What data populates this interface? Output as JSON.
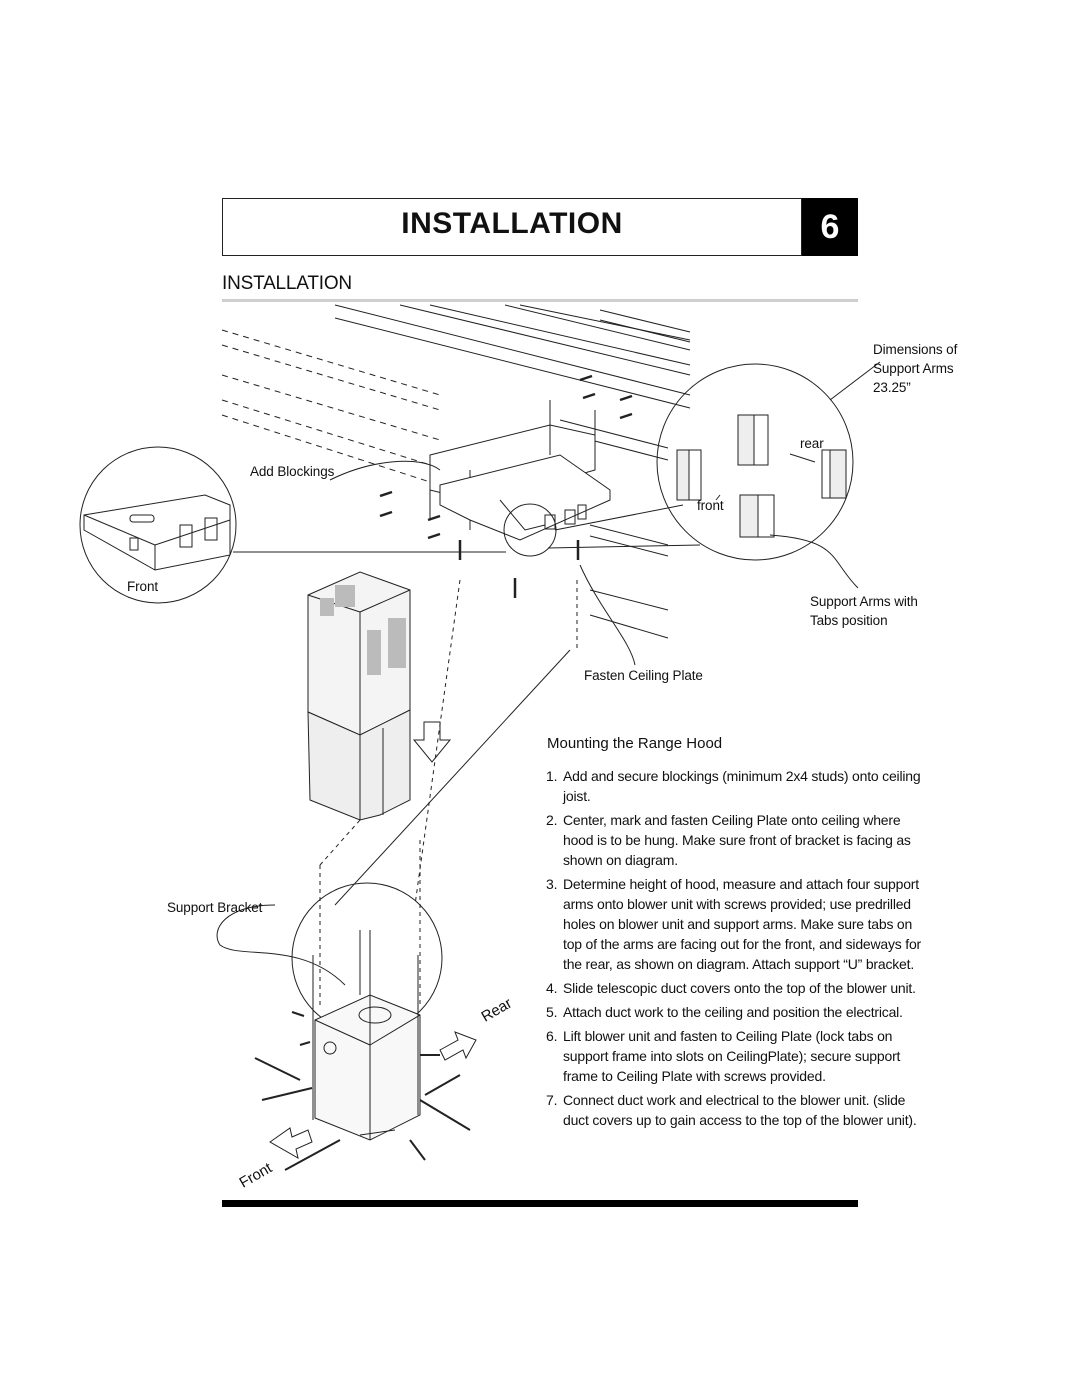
{
  "header": {
    "title": "INSTALLATION",
    "page_number": "6"
  },
  "section_title": "INSTALLATION",
  "diagram_labels": {
    "add_blockings": "Add Blockings",
    "front_detail": "Front",
    "dimensions_line1": "Dimensions of",
    "dimensions_line2": "Support Arms",
    "dimensions_line3": "23.25”",
    "rear": "rear",
    "front": "front",
    "support_arms_line1": "Support Arms with",
    "support_arms_line2": "Tabs position",
    "fasten_ceiling_plate": "Fasten Ceiling Plate",
    "support_bracket": "Support Bracket",
    "rear_arrow": "Rear",
    "front_arrow": "Front"
  },
  "instructions": {
    "heading": "Mounting the Range Hood",
    "steps": [
      {
        "num": "1.",
        "text": "Add and secure blockings (minimum 2x4 studs) onto ceiling joist."
      },
      {
        "num": "2.",
        "text": "Center, mark and fasten Ceiling Plate onto ceiling where hood is to be hung.  Make sure front of bracket is facing as shown on diagram."
      },
      {
        "num": "3.",
        "text": "Determine height of hood, measure and attach four support arms onto blower unit with screws provided; use predrilled holes on blower unit and support arms. Make sure tabs on top of the arms are facing out for the front, and sideways for the rear, as shown on diagram. Attach support “U” bracket."
      },
      {
        "num": "4.",
        "text": "Slide telescopic duct covers onto the top of the blower unit."
      },
      {
        "num": "5.",
        "text": "Attach duct work to the ceiling and position the electrical."
      },
      {
        "num": "6.",
        "text": "Lift blower unit and fasten to Ceiling Plate (lock tabs on support frame into slots on CeilingPlate); secure support frame to Ceiling Plate with screws provided."
      },
      {
        "num": "7.",
        "text": "Connect duct work and electrical to the blower unit. (slide duct covers up to gain access to the top of the blower unit)."
      }
    ]
  }
}
